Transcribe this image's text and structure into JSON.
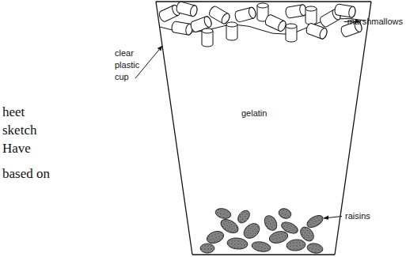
{
  "diagram": {
    "labels": [
      "marshmallows",
      "clear plastic cup",
      "heet",
      "gelatin",
      "sketch",
      "Have",
      "based on",
      "raisins"
    ]
  }
}
